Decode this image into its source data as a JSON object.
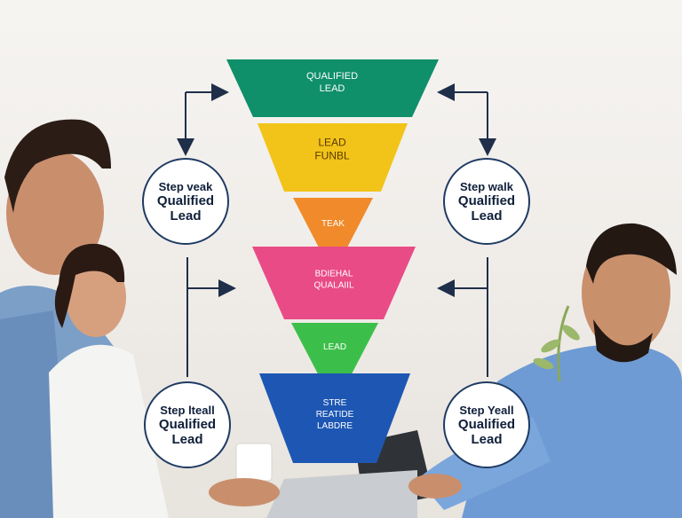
{
  "funnel": [
    {
      "lines": [
        "QUALIFIED",
        "LEAD"
      ],
      "color": "#0f8f6a",
      "text_color": "#ffffff"
    },
    {
      "lines": [
        "LEAD",
        "FUNBL"
      ],
      "color": "#f2c419",
      "text_color": "#5a3b00"
    },
    {
      "lines": [
        "TEAK"
      ],
      "color": "#f08a2a",
      "text_color": "#ffffff"
    },
    {
      "lines": [
        "BDIEHAL",
        "QUALAIIL"
      ],
      "color": "#e94b86",
      "text_color": "#ffffff"
    },
    {
      "lines": [
        "LEAD"
      ],
      "color": "#3cbf4a",
      "text_color": "#ffffff"
    },
    {
      "lines": [
        "STRE",
        "REATIDE",
        "LABDRE"
      ],
      "color": "#1d57b3",
      "text_color": "#ffffff"
    }
  ],
  "circles": {
    "top_left": {
      "line1": "Step veak",
      "line2": "Qualified",
      "line3": "Lead"
    },
    "top_right": {
      "line1": "Step walk",
      "line2": "Qualified",
      "line3": "Lead"
    },
    "bottom_left": {
      "line1": "Step lteall",
      "line2": "Qualified",
      "line3": "Lead"
    },
    "bottom_right": {
      "line1": "Step Yeall",
      "line2": "Qualified",
      "line3": "Lead"
    }
  },
  "colors": {
    "arrow": "#1f2f4a",
    "circle_border": "#1f3b63"
  }
}
